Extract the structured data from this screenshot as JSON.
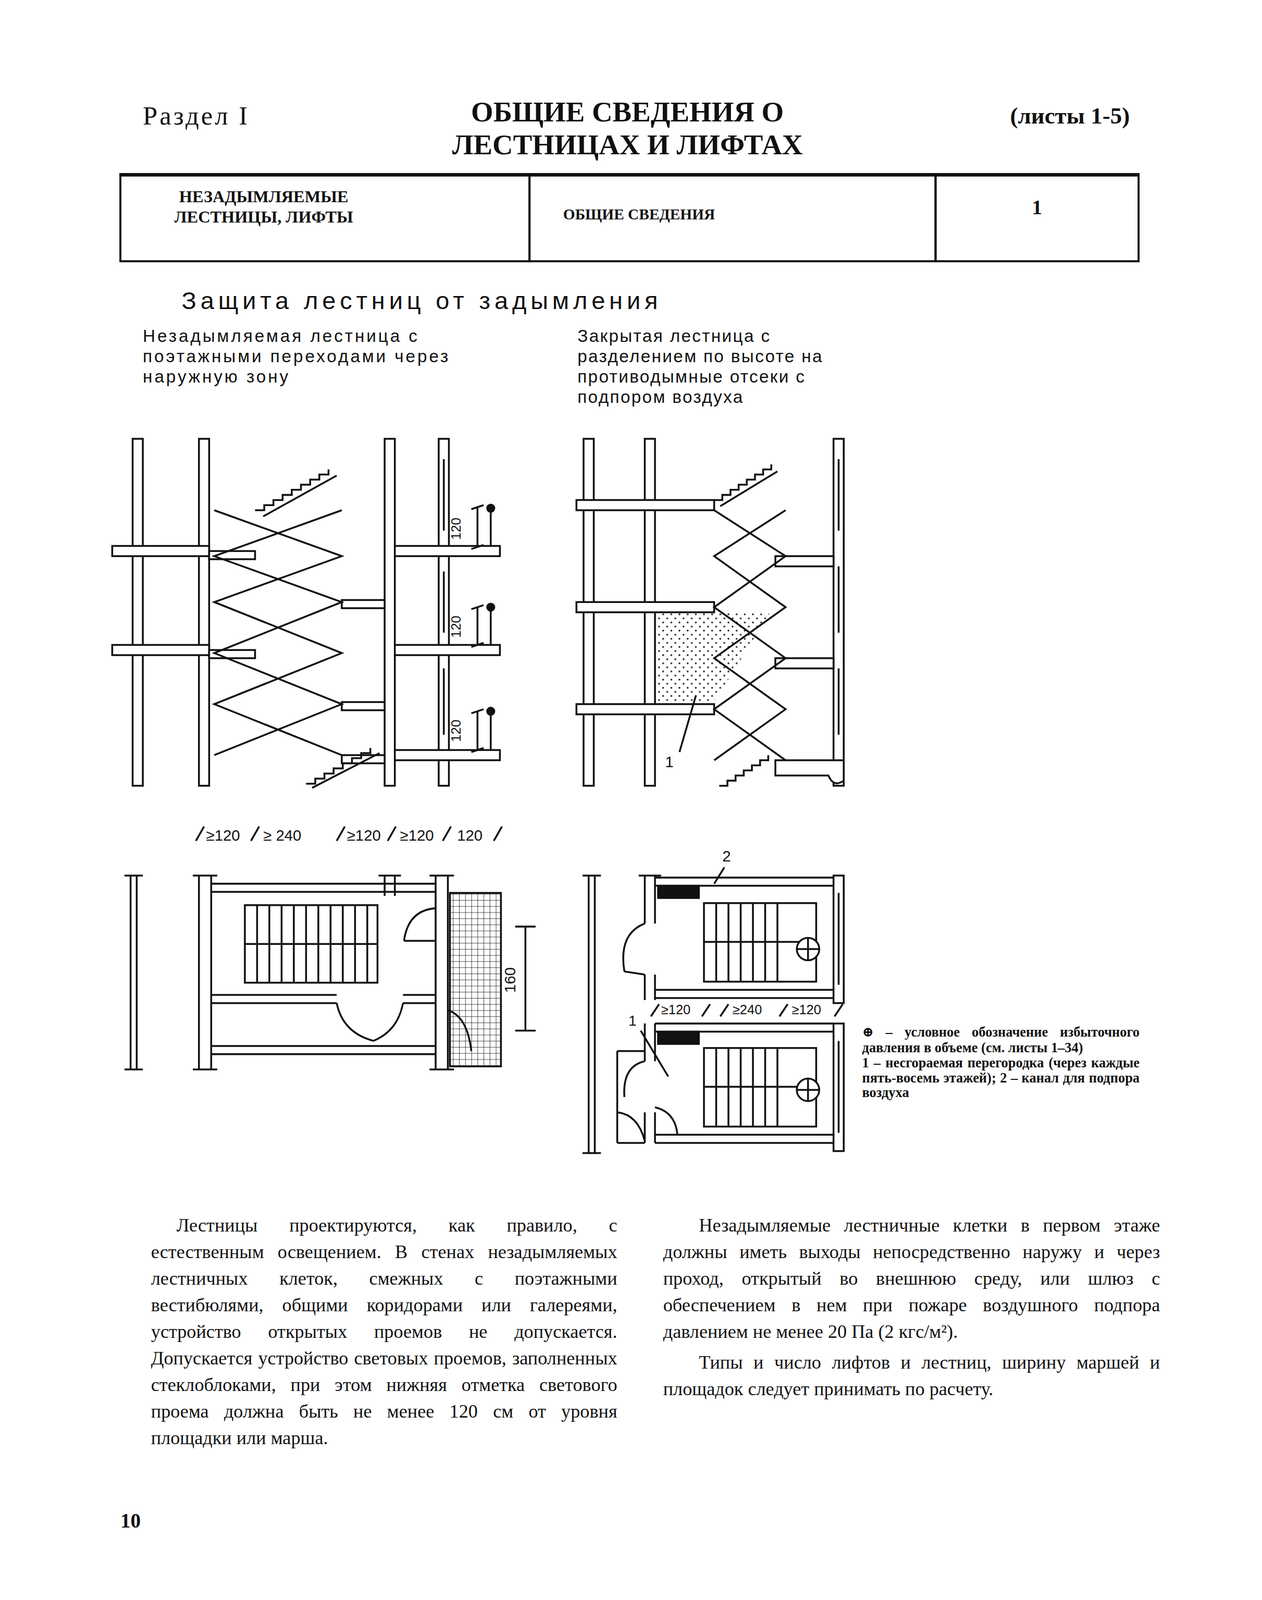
{
  "diagram": {
    "title": "ОБЩИЕ СВЕДЕНИЯ О ЛЕСТНИЦАХ И ЛИФТАХ",
    "nodes": [
      {
        "text": [
          "НЕЗАДЫМЛЯЕМЫЕ ЛЕСТНИЦЫ, ЛИФТЫ"
        ]
      },
      {
        "text": [
          "ОБЩИЕ СВЕДЕНИЯ"
        ]
      },
      {
        "text": [
          "1"
        ]
      }
    ],
    "labels": [
      "Раздел I",
      "(листы 1-5)",
      "Защита лестниц от задымления",
      "Незадымляемая лестница с поэтажными переходами через наружную зону",
      "Закрытая лестница с разделением по высоте на противодымные отсеки с подпором воздуха",
      "120",
      "120",
      "120",
      "1",
      "≥120",
      "≥ 240",
      "≥120",
      "≥120",
      "120",
      "160",
      "2",
      "≥120",
      "≥240",
      "≥120",
      "1",
      "⊕ – условное обозначение избыточного давления в объеме (см. листы 1–34)",
      "1 – несгораемая перегородка (через каждые пять-восемь этажей); 2 – канал для подпора воздуха",
      "Лестницы проектируются, как правило, с естественным освещением. В стенах незадымляемых лестничных клеток, смежных с поэтажными вестибюлями, общими коридорами или галереями, устройство открытых проемов не допускается. Допускается устройство световых проемов, заполненных стеклоблоками, при этом нижняя отметка светового проема должна быть не менее 120 см от уровня площадки или марша.",
      "Незадымляемые лестничные клетки в первом этаже должны иметь выходы непосредственно наружу и через проход, открытый во внешнюю среду, или шлюз с обеспечением в нем при пожаре воздушного подпора давлением не менее 20 Па (2 кгс/м²).",
      "Типы и число лифтов и лестниц, ширину маршей и площадок следует принимать по расчету.",
      "10"
    ]
  }
}
